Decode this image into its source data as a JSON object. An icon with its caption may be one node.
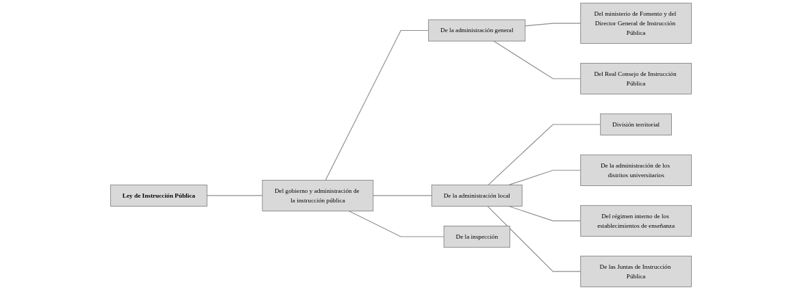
{
  "diagram": {
    "nodes": [
      {
        "text": [
          "Ley de Instrucción Pública"
        ]
      },
      {
        "text": [
          "Del gobierno y administración de la instrucción pública"
        ]
      },
      {
        "text": [
          "De la administración general"
        ]
      },
      {
        "text": [
          "Del ministerio de Fomento y del Director General de Instrucción Pública"
        ]
      },
      {
        "text": [
          "Del Real Consejo de Instrucción Pública"
        ]
      },
      {
        "text": [
          "De la administración local"
        ]
      },
      {
        "text": [
          "División territorial"
        ]
      },
      {
        "text": [
          "De la administración de los distritos universitarios"
        ]
      },
      {
        "text": [
          "Del régimen interno de los establecimientos de enseñanza"
        ]
      },
      {
        "text": [
          "De las Juntas de Instrucción Pública"
        ]
      },
      {
        "text": [
          "De la inspección"
        ]
      }
    ],
    "edges": [
      {
        "from": 0,
        "to": 1,
        "arrow": "none"
      },
      {
        "from": 1,
        "to": 2,
        "arrow": "none"
      },
      {
        "from": 1,
        "to": 5,
        "arrow": "none"
      },
      {
        "from": 1,
        "to": 10,
        "arrow": "none"
      },
      {
        "from": 2,
        "to": 3,
        "arrow": "none"
      },
      {
        "from": 2,
        "to": 4,
        "arrow": "none"
      },
      {
        "from": 5,
        "to": 6,
        "arrow": "none"
      },
      {
        "from": 5,
        "to": 7,
        "arrow": "none"
      },
      {
        "from": 5,
        "to": 8,
        "arrow": "none"
      },
      {
        "from": 5,
        "to": 9,
        "arrow": "none"
      }
    ]
  }
}
